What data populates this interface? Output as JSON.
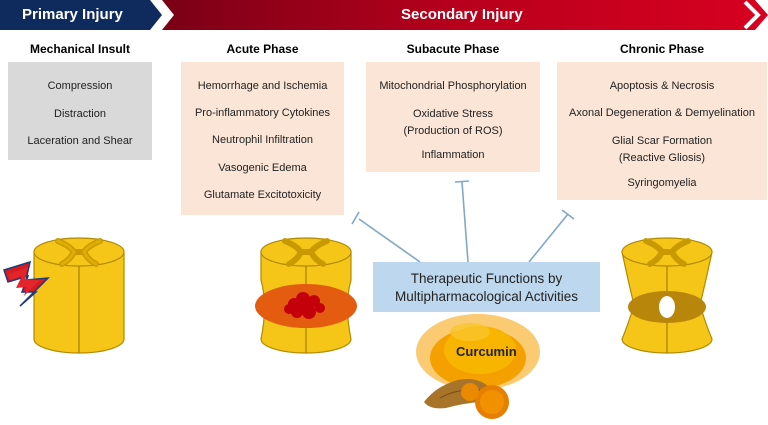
{
  "banner": {
    "primary": "Primary Injury",
    "secondary": "Secondary Injury"
  },
  "phases": {
    "mechanical": {
      "title": "Mechanical Insult",
      "items": [
        "Compression",
        "Distraction",
        "Laceration and Shear"
      ]
    },
    "acute": {
      "title": "Acute Phase",
      "items": [
        "Hemorrhage and Ischemia",
        "Pro-inflammatory Cytokines",
        "Neutrophil Infiltration",
        "Vasogenic Edema",
        "Glutamate Excitotoxicity"
      ]
    },
    "subacute": {
      "title": "Subacute Phase",
      "items": [
        "Mitochondrial Phosphorylation",
        "Oxidative Stress",
        "(Production of ROS)",
        "Inflammation"
      ]
    },
    "chronic": {
      "title": "Chronic Phase",
      "items": [
        "Apoptosis & Necrosis",
        "Axonal Degeneration & Demyelination",
        "Glial Scar Formation",
        "(Reactive Gliosis)",
        "Syringomyelia"
      ]
    }
  },
  "therapy": {
    "line1": "Therapeutic Functions by",
    "line2": "Multipharmacological Activities"
  },
  "curcumin": "Curcumin",
  "colors": {
    "primary_banner": "#0f2a5c",
    "secondary_banner": "#c0001a",
    "cord_yellow": "#f5c518",
    "lesion_orange": "#e45c10",
    "blood_red": "#c4000a",
    "inhibitor_line": "#7fa8c9"
  }
}
